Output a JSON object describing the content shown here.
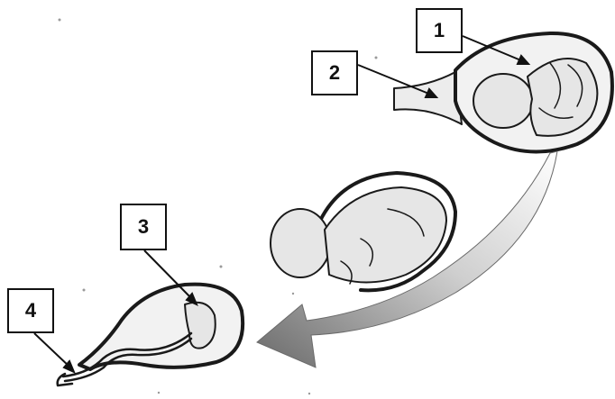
{
  "labels": {
    "one": "1",
    "two": "2",
    "three": "3",
    "four": "4"
  },
  "colors": {
    "outline": "#1a1a1a",
    "body_fill": "#e6e6e6",
    "uterus_fill": "#f2f2f2",
    "arrow_dark": "#6a6a6a",
    "arrow_light": "#ffffff"
  }
}
